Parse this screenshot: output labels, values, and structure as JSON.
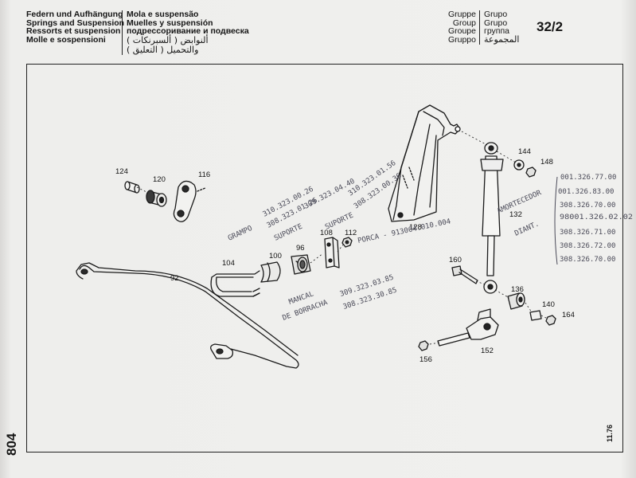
{
  "header": {
    "left_lines": [
      "Federn und Aufhängung",
      "Springs and Suspension",
      "Ressorts et suspension",
      "Molle e sospensioni"
    ],
    "mid_lines": [
      "Mola e suspensão",
      "Muelles y suspensión",
      "подрессоривание и подвеска",
      "ألنوابض ( ألسبرنكات )",
      "والتحميل ( التعليق )"
    ],
    "group_labels_left": [
      "Gruppe",
      "Group",
      "Groupe",
      "Gruppo"
    ],
    "group_labels_right": [
      "Grupo",
      "Grupo",
      "группа",
      "المجموعة"
    ],
    "group_number": "32/2"
  },
  "footer": {
    "page_number": "804",
    "edition": "11.76"
  },
  "part_labels": {
    "p124": "124",
    "p120": "120",
    "p116": "116",
    "p92": "92",
    "p104": "104",
    "p100": "100",
    "p96": "96",
    "p108": "108",
    "p112": "112",
    "p128": "128",
    "p132": "132",
    "p144": "144",
    "p148": "148",
    "p160": "160",
    "p136": "136",
    "p140": "140",
    "p164": "164",
    "p152": "152",
    "p156": "156"
  },
  "handwriting": {
    "n1": "310.323.00.26",
    "n2": "308.323.01.26",
    "n3": "309.323.04.40",
    "n4": "310.323.01.56",
    "n5": "308.323.00.36",
    "grampo": "GRAMPO",
    "suporte": "SUPORTE",
    "suporte2": "SUPORTE",
    "porca": "PORCA - 913004.010.004",
    "mancal": "MANCAL",
    "borracha": "DE BORRACHA",
    "n6": "309.323.03.85",
    "n7": "308.323.30.85",
    "amortecedor": "AMORTECEDOR",
    "diant": "DIANT.",
    "r1": "001.326.77.00",
    "r2": "001.326.83.00",
    "r3": "308.326.70.00",
    "r4": "98001.326.02.02",
    "r5": "308.326.71.00",
    "r6": "308.326.72.00",
    "r7": "308.326.70.00"
  }
}
